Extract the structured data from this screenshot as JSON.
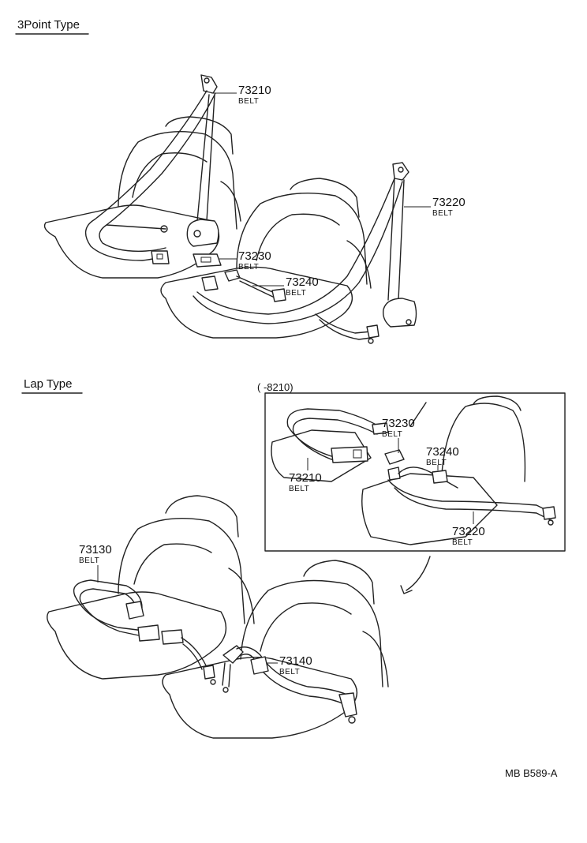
{
  "sections": {
    "three_point": {
      "title": "3Point Type"
    },
    "lap": {
      "title": "Lap Type"
    }
  },
  "inset": {
    "range_label": "(      -8210)"
  },
  "parts": {
    "p73210_top": {
      "number": "73210",
      "name": "BELT"
    },
    "p73220_top": {
      "number": "73220",
      "name": "BELT"
    },
    "p73230_top": {
      "number": "73230",
      "name": "BELT"
    },
    "p73240_top": {
      "number": "73240",
      "name": "BELT"
    },
    "p73230_inset": {
      "number": "73230",
      "name": "BELT"
    },
    "p73240_inset": {
      "number": "73240",
      "name": "BELT"
    },
    "p73210_inset": {
      "number": "73210",
      "name": "BELT"
    },
    "p73220_inset": {
      "number": "73220",
      "name": "BELT"
    },
    "p73130": {
      "number": "73130",
      "name": "BELT"
    },
    "p73140": {
      "number": "73140",
      "name": "BELT"
    }
  },
  "footer": {
    "code": "MB  B589-A"
  }
}
